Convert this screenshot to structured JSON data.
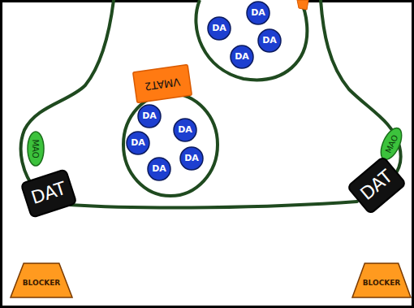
{
  "diagram": {
    "nodes": [
      {
        "text": [
          "DA"
        ]
      },
      {
        "text": [
          "DA"
        ]
      },
      {
        "text": [
          "DA"
        ]
      },
      {
        "text": [
          "DA"
        ]
      },
      {
        "text": [
          "VMAT2"
        ]
      },
      {
        "text": [
          "DA"
        ]
      },
      {
        "text": [
          "DA"
        ]
      },
      {
        "text": [
          "MAO"
        ]
      },
      {
        "text": [
          "MAO"
        ]
      },
      {
        "text": [
          "DA"
        ]
      },
      {
        "text": [
          "DA"
        ]
      },
      {
        "text": [
          "DA"
        ]
      },
      {
        "text": [
          "DAT"
        ]
      },
      {
        "text": [
          "DAT"
        ]
      },
      {
        "text": [
          "BLOCKER"
        ]
      },
      {
        "text": [
          "BLOCKER"
        ]
      }
    ]
  }
}
